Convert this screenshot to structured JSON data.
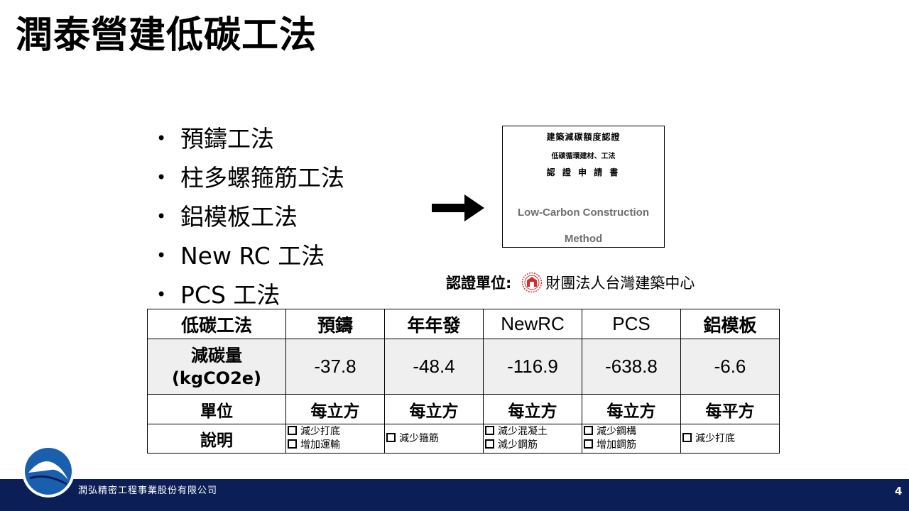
{
  "slide": {
    "title": "潤泰營建低碳工法",
    "bullets": [
      "預鑄工法",
      "柱多螺箍筋工法",
      "鋁模板工法",
      "New RC 工法",
      "PCS 工法"
    ]
  },
  "certificate": {
    "line1": "建築減碳額度認證",
    "line2": "低碳循環建材、工法",
    "line3": "認 證 申 請 書",
    "en_line1": "Low-Carbon Construction",
    "en_line2": "Method"
  },
  "cert_org": {
    "label": "認證單位:",
    "org_name": "財團法人台灣建築中心",
    "logo_icon": "taiwan-architecture-center-logo",
    "logo_color": "#d42b2b"
  },
  "table": {
    "headers": [
      "低碳工法",
      "預鑄",
      "年年發",
      "NewRC",
      "PCS",
      "鋁模板"
    ],
    "reduction_label_line1": "減碳量",
    "reduction_label_line2": "(kgCO2e)",
    "reduction_values": [
      "-37.8",
      "-48.4",
      "-116.9",
      "-638.8",
      "-6.6"
    ],
    "unit_label": "單位",
    "units": [
      "每立方",
      "每立方",
      "每立方",
      "每立方",
      "每平方"
    ],
    "desc_label": "說明",
    "descriptions": [
      [
        "減少打底",
        "增加運輸"
      ],
      [
        "減少箍筋"
      ],
      [
        "減少混凝土",
        "減少鋼筋"
      ],
      [
        "減少鋼構",
        "增加鋼筋"
      ],
      [
        "減少打底"
      ]
    ]
  },
  "footer": {
    "company": "潤弘精密工程事業股份有限公司",
    "page_number": "4",
    "bar_color": "#0b1f56"
  }
}
